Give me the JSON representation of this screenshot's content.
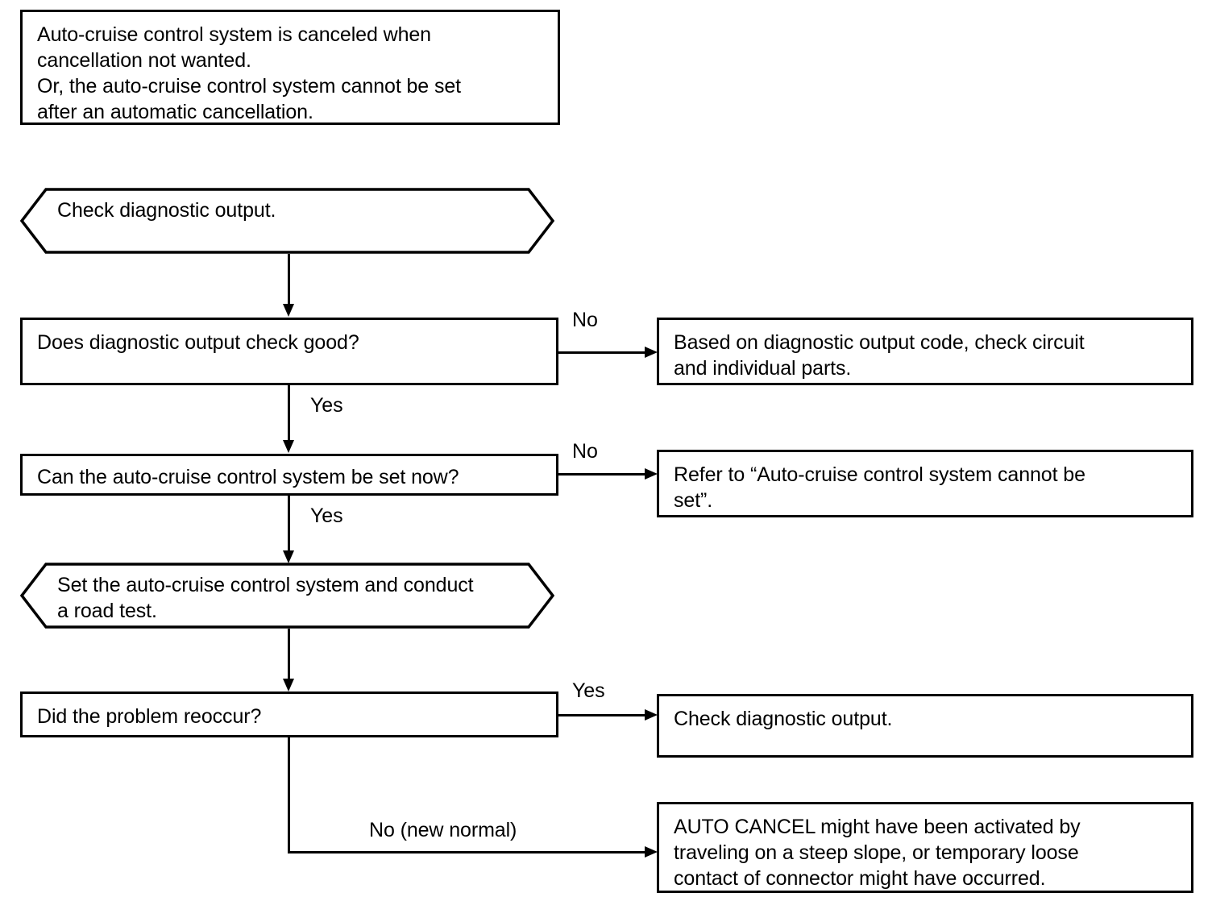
{
  "diagram": {
    "type": "flowchart",
    "title": "Auto-cruise control system troubleshooting flow",
    "line_color": "#000000",
    "background_color": "#ffffff"
  },
  "nodes": {
    "symptom": {
      "shape": "rectangle",
      "text": "Auto-cruise control system is canceled when\ncancellation not wanted.\nOr, the auto-cruise control system cannot be set\nafter an automatic cancellation."
    },
    "check_diagnostic_output_start": {
      "shape": "hexagon",
      "text": "Check diagnostic output."
    },
    "q_output_good": {
      "shape": "rectangle",
      "text": "Does diagnostic output check good?"
    },
    "based_on_code": {
      "shape": "rectangle",
      "text": "Based on diagnostic output code, check circuit\nand individual parts."
    },
    "q_can_set_now": {
      "shape": "rectangle",
      "text": "Can the auto-cruise control system be set now?"
    },
    "refer_cannot_be_set": {
      "shape": "rectangle",
      "text": "Refer to “Auto-cruise control system cannot be\nset”."
    },
    "set_and_road_test": {
      "shape": "hexagon",
      "text": "Set the auto-cruise control system and conduct\na road test."
    },
    "q_problem_reoccur": {
      "shape": "rectangle",
      "text": "Did the problem reoccur?"
    },
    "check_diagnostic_output_again": {
      "shape": "rectangle",
      "text": "Check diagnostic output."
    },
    "auto_cancel_note": {
      "shape": "rectangle",
      "text": "AUTO CANCEL might have been activated by\ntraveling on a steep slope, or temporary loose\ncontact of connector might have occurred."
    }
  },
  "edge_labels": {
    "output_good_no": "No",
    "output_good_yes": "Yes",
    "can_set_no": "No",
    "can_set_yes": "Yes",
    "reoccur_yes": "Yes",
    "reoccur_no": "No (new normal)"
  }
}
